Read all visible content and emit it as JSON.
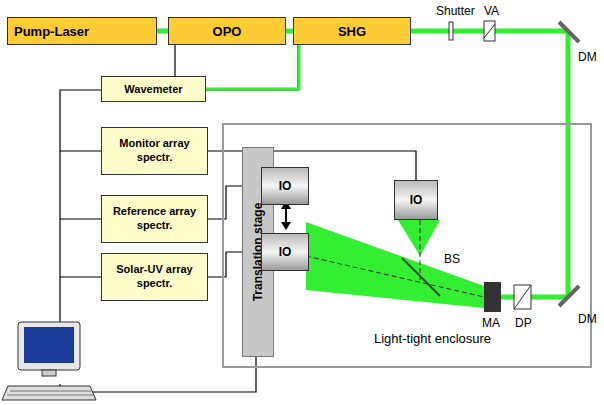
{
  "diagram": {
    "nodes": [
      {
        "text": [
          "Pump-Laser"
        ]
      },
      {
        "text": [
          "OPO"
        ]
      },
      {
        "text": [
          "SHG"
        ]
      },
      {
        "text": [
          "Wavemeter"
        ]
      },
      {
        "text": [
          "Monitor array spectr."
        ]
      },
      {
        "text": [
          "Reference array spectr."
        ]
      },
      {
        "text": [
          "Solar-UV array spectr."
        ]
      },
      {
        "text": [
          "Light-tight enclosure"
        ]
      },
      {
        "text": [
          "Translation stage"
        ],
        "in": 7
      },
      {
        "text": [
          "IO"
        ],
        "in": 7
      },
      {
        "text": [
          "IO"
        ],
        "in": 8
      },
      {
        "text": [
          "IO"
        ],
        "in": 8
      }
    ],
    "edges": [
      {
        "from": 0,
        "to": 1,
        "arrow": "none"
      },
      {
        "from": 1,
        "to": 2,
        "arrow": "none"
      },
      {
        "from": 3,
        "to": 2,
        "arrow": "none"
      },
      {
        "from": 4,
        "to": 9,
        "arrow": "none"
      },
      {
        "from": 5,
        "to": 10,
        "arrow": "none"
      },
      {
        "from": 6,
        "to": 11,
        "arrow": "none"
      }
    ],
    "labels": [
      "Shutter",
      "VA",
      "DM",
      "DM",
      "BS",
      "MA",
      "DP"
    ]
  }
}
